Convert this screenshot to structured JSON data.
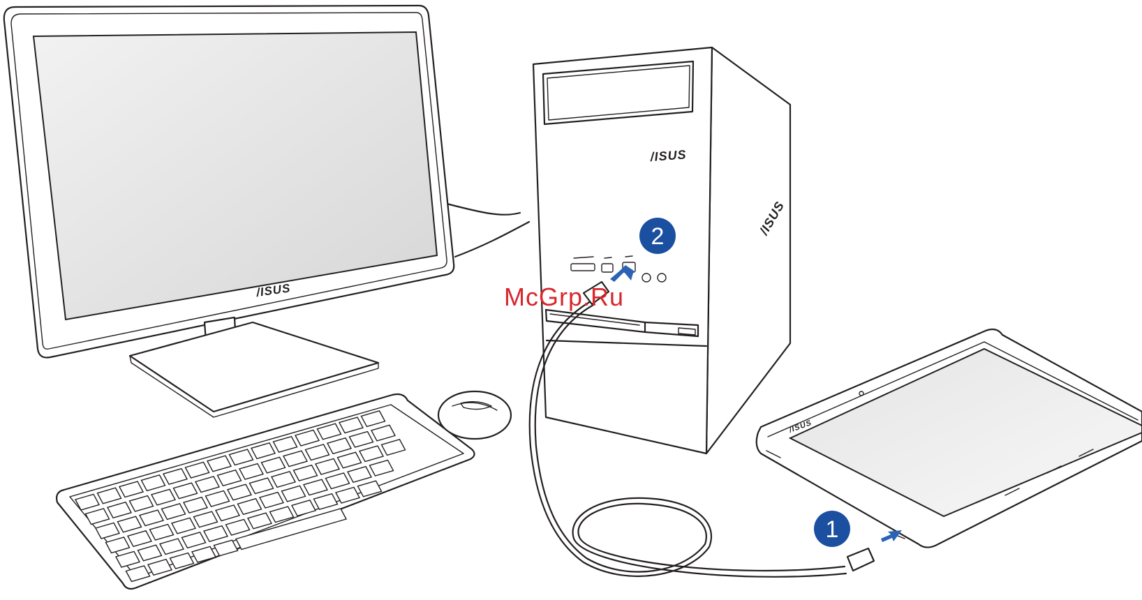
{
  "brand_label": "/ISUS",
  "step_1_label": "1",
  "step_2_label": "2",
  "watermark_text": "McGrp.Ru",
  "colors": {
    "step_badge": "#1b4fa0",
    "arrow": "#2a63b5",
    "watermark": "#d8262c",
    "line": "#231f20"
  }
}
